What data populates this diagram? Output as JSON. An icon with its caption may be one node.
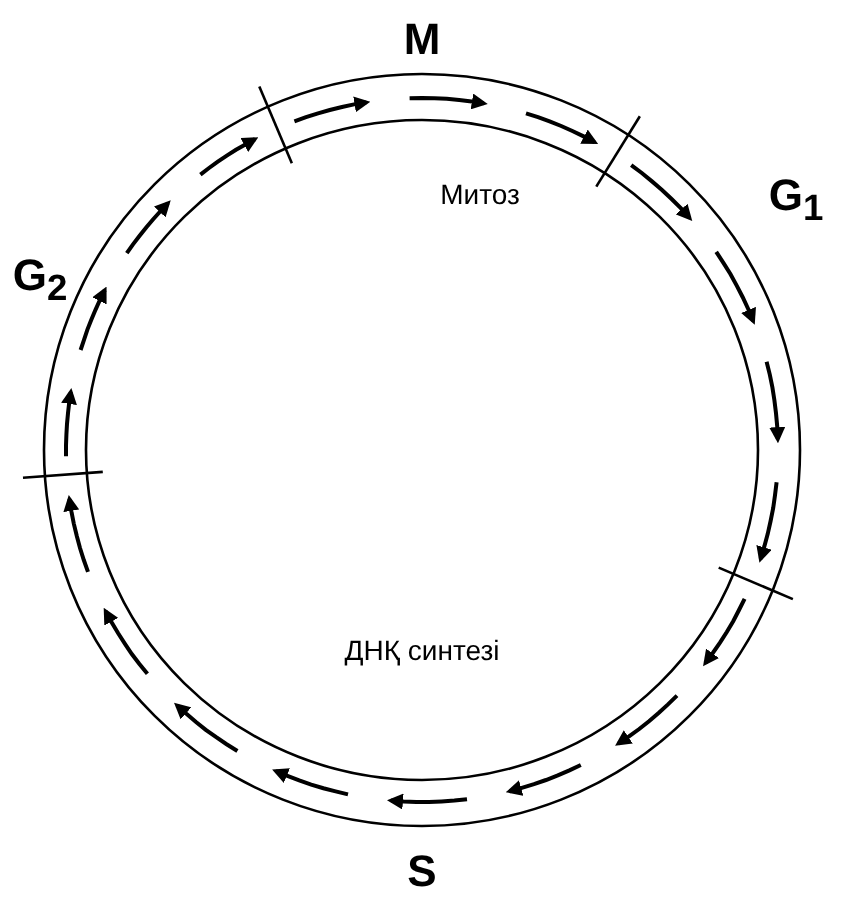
{
  "diagram": {
    "labels": [
      "M",
      "Митоз",
      "G$_{1}$",
      "G$_{2}$",
      "ДНҚ синтезі",
      "S"
    ]
  }
}
